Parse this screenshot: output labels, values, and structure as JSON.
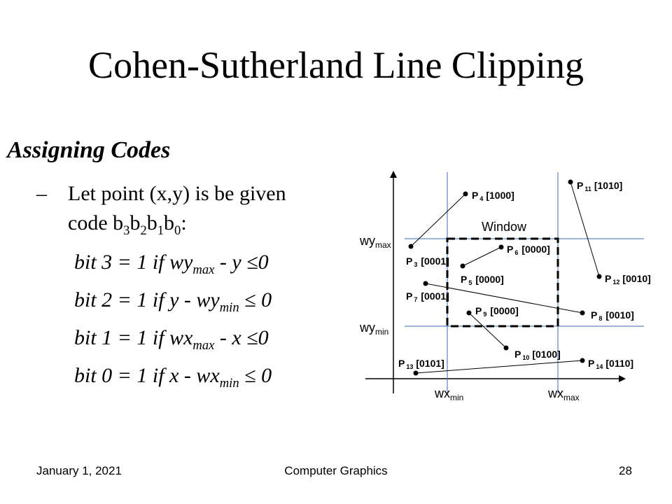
{
  "slide": {
    "title": "Cohen-Sutherland Line Clipping",
    "heading": "Assigning Codes",
    "bullet_dash": "–",
    "bullet_line1": "Let point (x,y) is be given",
    "bullet_line2_prefix": "code b",
    "bullet_line2_subs": [
      "3",
      "2",
      "1",
      "0"
    ],
    "bullet_line2_suffix": ":",
    "bits": [
      {
        "pre": "bit 3 = 1 if wy",
        "sub": "max",
        "post": " - y ≤0"
      },
      {
        "pre": "bit 2 = 1 if y - wy",
        "sub": "min",
        "post": " ≤ 0"
      },
      {
        "pre": "bit 1 = 1 if wx",
        "sub": "max",
        "post": " - x ≤0"
      },
      {
        "pre": "bit 0 = 1 if x - wx",
        "sub": "min",
        "post": " ≤ 0"
      }
    ]
  },
  "footer": {
    "date": "January 1, 2021",
    "course": "Computer Graphics",
    "page": "28"
  },
  "diagram": {
    "window_label": "Window",
    "wy_max": {
      "base": "wy",
      "sub": "max"
    },
    "wy_min": {
      "base": "wy",
      "sub": "min"
    },
    "wx_min": {
      "base": "wx",
      "sub": "min"
    },
    "wx_max": {
      "base": "wx",
      "sub": "max"
    },
    "points": [
      {
        "id": "p3",
        "num": "3",
        "code": "[0001]"
      },
      {
        "id": "p4",
        "num": "4",
        "code": "[1000]"
      },
      {
        "id": "p5",
        "num": "5",
        "code": "[0000]"
      },
      {
        "id": "p6",
        "num": "6",
        "code": "[0000]"
      },
      {
        "id": "p7",
        "num": "7",
        "code": "[0001]"
      },
      {
        "id": "p8",
        "num": "8",
        "code": "[0010]"
      },
      {
        "id": "p9",
        "num": "9",
        "code": "[0000]"
      },
      {
        "id": "p10",
        "num": "10",
        "code": "[0100]"
      },
      {
        "id": "p11",
        "num": "11",
        "code": "[1010]"
      },
      {
        "id": "p12",
        "num": "12",
        "code": "[0010]"
      },
      {
        "id": "p13",
        "num": "13",
        "code": "[0101]"
      },
      {
        "id": "p14",
        "num": "14",
        "code": "[0110]"
      }
    ]
  }
}
